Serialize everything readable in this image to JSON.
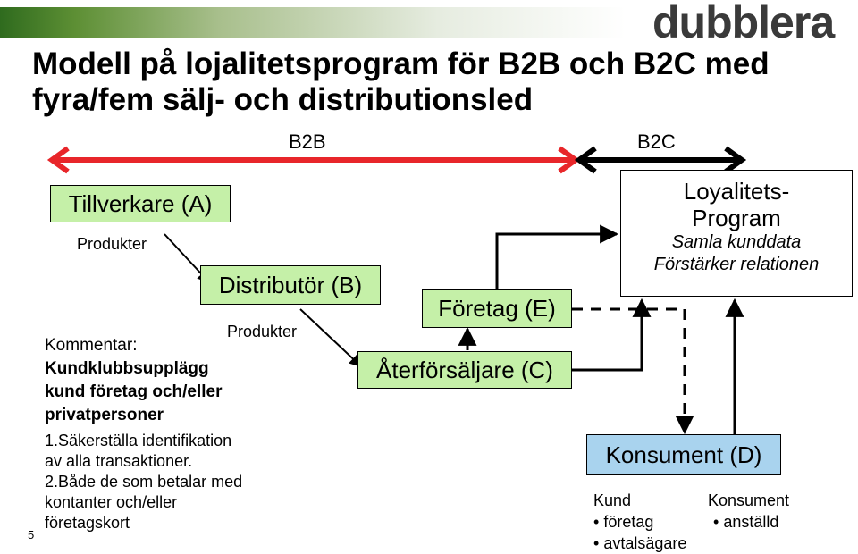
{
  "brand": {
    "logo_text": "dubblera"
  },
  "title": "Modell på lojalitetsprogram för B2B och B2C  med fyra/fem sälj- och distributionsled",
  "scale": {
    "b2b_label": "B2B",
    "b2c_label": "B2C"
  },
  "nodes": {
    "tillverkare": "Tillverkare (A)",
    "distributor": "Distributör (B)",
    "foretag": "Företag (E)",
    "aterforsaljare": "Återförsäljare (C)",
    "konsument": "Konsument (D)"
  },
  "edge_labels": {
    "produkter_1": "Produkter",
    "produkter_2": "Produkter"
  },
  "loyalty": {
    "title_line1": "Loyalitets-",
    "title_line2": "Program",
    "line1": "Samla kunddata",
    "line2": "Förstärker relationen"
  },
  "comment": {
    "heading": "Kommentar:",
    "bold_line1": "Kundklubbsupplägg",
    "bold_line2": "kund företag och/eller",
    "bold_line3": "privatpersoner",
    "item1_line1": "1.Säkerställa identifikation",
    "item1_line2": "av alla transaktioner.",
    "item2_line1": "2.Både de som betalar med",
    "item2_line2": "kontanter och/eller",
    "item2_line3": "företagskort"
  },
  "kund": {
    "heading": "Kund",
    "items": [
      "företag",
      "avtalsägare"
    ]
  },
  "konsument_types": {
    "heading": "Konsument",
    "items": [
      "anställd"
    ]
  },
  "slide_number": "5",
  "colors": {
    "arrow_red": "#e8262a",
    "box_green": "#c5f0a8",
    "box_blue": "#a9d3ee"
  }
}
